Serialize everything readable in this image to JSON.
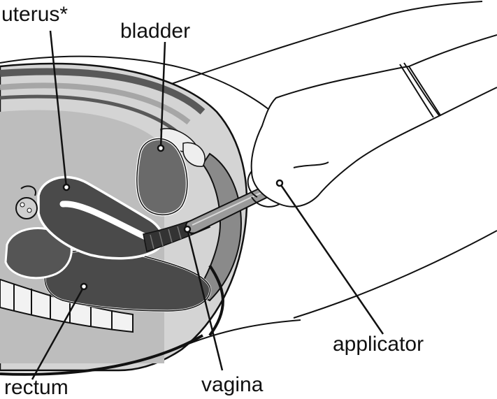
{
  "labels": {
    "uterus": "uterus*",
    "bladder": "bladder",
    "applicator": "applicator",
    "rectum": "rectum",
    "vagina": "vagina"
  },
  "colors": {
    "background": "#ffffff",
    "outline": "#111111",
    "tissue_light": "#d4d4d4",
    "tissue_mid": "#a6a6a6",
    "tissue_dark": "#595959",
    "organ_dark": "#4a4a4a",
    "applicator": "#9a9a9a",
    "glove": "#ffffff"
  }
}
